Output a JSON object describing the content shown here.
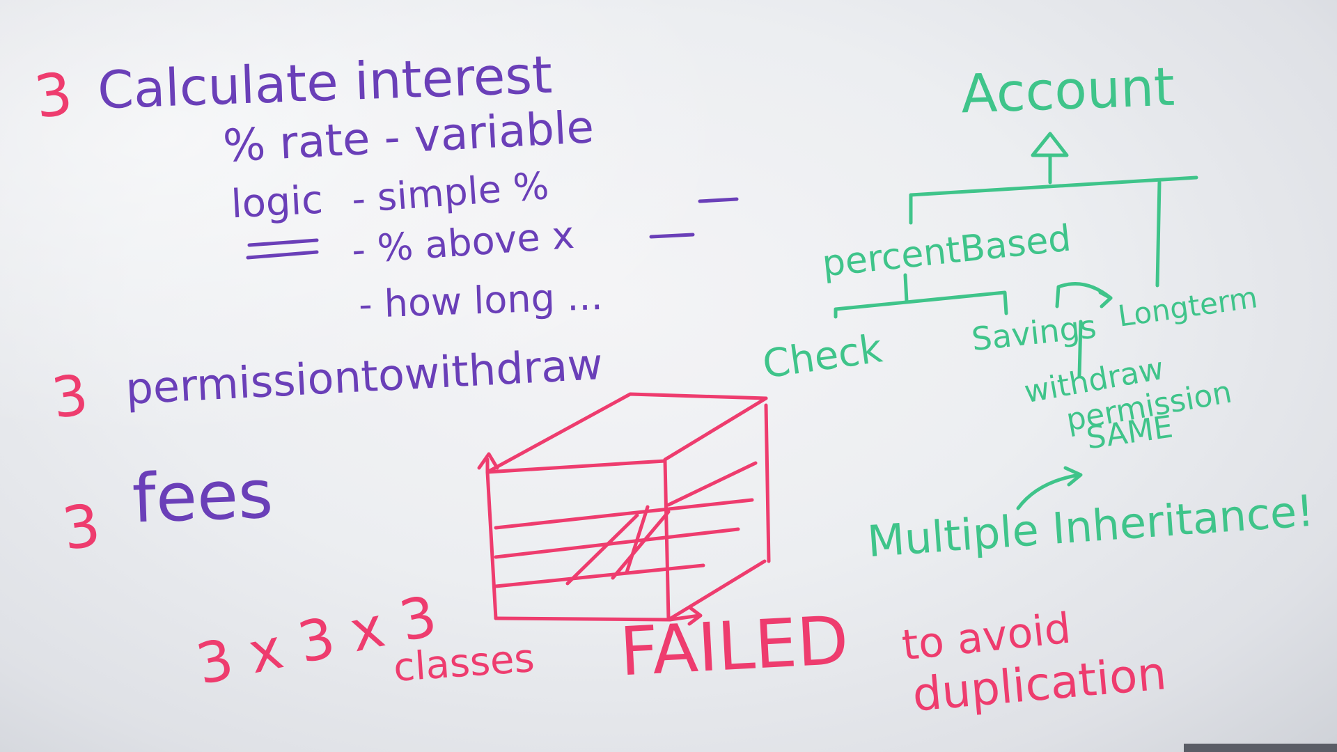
{
  "colors": {
    "purple": "#6a3fb8",
    "red": "#ee3c6e",
    "green": "#3fc48a",
    "board": "#eceef1"
  },
  "left_list": {
    "items": [
      {
        "marker": "3",
        "text": "Calculate interest"
      },
      {
        "marker": "3",
        "text": "permissiontowithdraw"
      },
      {
        "marker": "3",
        "text": "fees"
      }
    ],
    "interest_details": {
      "rate": "% rate - variable",
      "logic_label": "logic",
      "logic_items": [
        "- simple %",
        "- % above x",
        "- how long ..."
      ]
    }
  },
  "bottom_notes": {
    "product": "3 x 3 x 3",
    "classes": "classes",
    "failed": "FAILED",
    "to_avoid": "to avoid",
    "duplication": "duplication"
  },
  "hierarchy": {
    "root": "Account",
    "mid": "percentBased",
    "leaves": [
      "Check",
      "Savings",
      "Longterm"
    ],
    "note_lines": [
      "withdraw",
      "permission",
      "SAME"
    ],
    "conclusion": "Multiple Inheritance!"
  }
}
